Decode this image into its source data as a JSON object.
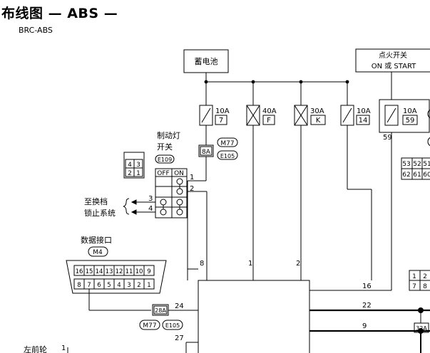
{
  "title": "布线图 — ABS —",
  "subtitle": "BRC-ABS",
  "battery": {
    "label": "蓄电池"
  },
  "ignition": {
    "line1": "点火开关",
    "line2": "ON 或 START"
  },
  "fuses": [
    {
      "rating": "10A",
      "id": "7"
    },
    {
      "rating": "40A",
      "id": "F"
    },
    {
      "rating": "30A",
      "id": "K"
    },
    {
      "rating": "10A",
      "id": "14"
    },
    {
      "rating": "10A",
      "id": "59"
    }
  ],
  "ignition_terminal": "59",
  "stop_lamp_switch": {
    "line1": "制动灯",
    "line2": "开关",
    "connector": "E109",
    "table_header": [
      "OFF",
      "ON"
    ],
    "pins": [
      "1",
      "2",
      "3",
      "4"
    ]
  },
  "pinout_small": [
    "4",
    "3",
    "2",
    "1"
  ],
  "pinout_right_top": [
    "53",
    "52",
    "51",
    "62",
    "61",
    "60"
  ],
  "pinout_right_mid": [
    "1",
    "2",
    "7",
    "8"
  ],
  "connector_8A": "8A",
  "connector_28A": "28A",
  "connector_32A": "32A",
  "harness_tags_top": [
    "M77",
    "E105"
  ],
  "harness_tags_bottom": [
    "M77",
    "E105"
  ],
  "shift_lock": {
    "line1": "至换档",
    "line2": "锁止系统"
  },
  "data_link": {
    "line1": "数据接口",
    "connector": "M4",
    "pins_top": [
      "16",
      "15",
      "14",
      "13",
      "12",
      "11",
      "10",
      "9"
    ],
    "pins_bottom": [
      "8",
      "7",
      "6",
      "5",
      "4",
      "3",
      "2",
      "1"
    ]
  },
  "module_pins": [
    "8",
    "1",
    "2",
    "16",
    "22",
    "9",
    "24",
    "27"
  ],
  "bottom_left": {
    "label": "左前轮",
    "pin": "1"
  }
}
